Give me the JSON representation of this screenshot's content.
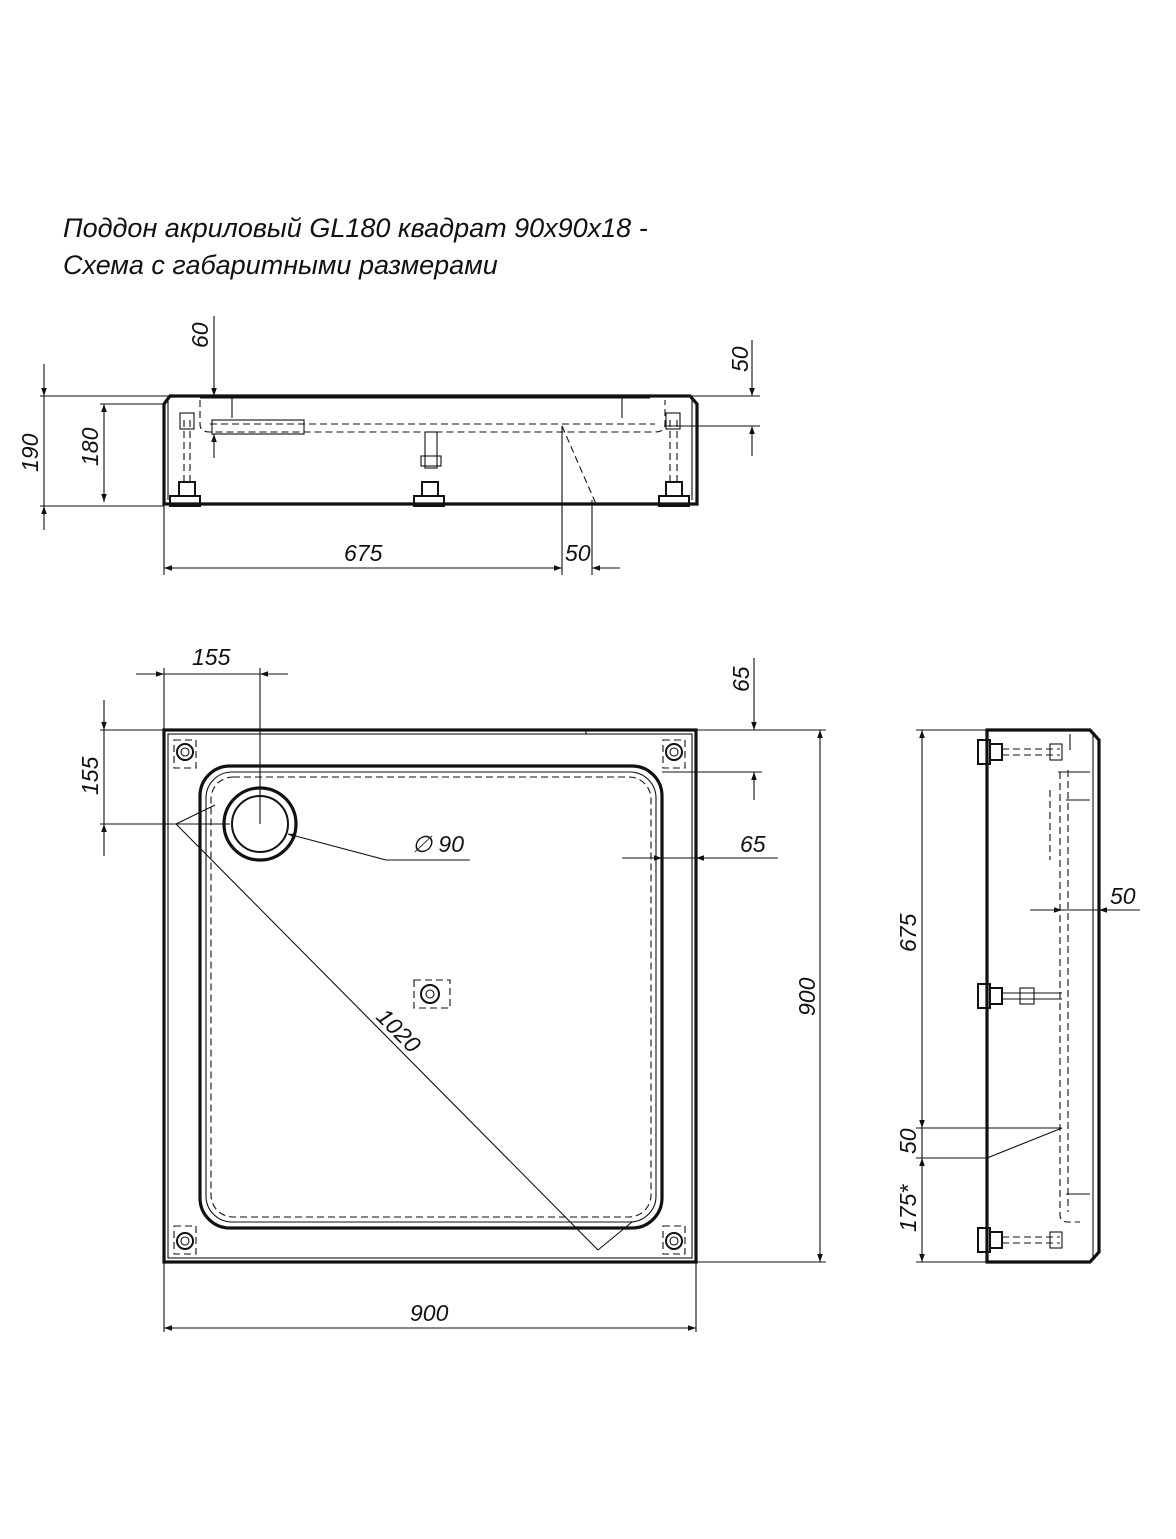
{
  "title": {
    "line1": "Поддон акриловый  GL180 квадрат 90x90x18 -",
    "line2": "Схема с габаритными размерами"
  },
  "front_view": {
    "dim_60": "60",
    "dim_50_top": "50",
    "dim_190": "190",
    "dim_180": "180",
    "dim_675": "675",
    "dim_50_bottom": "50"
  },
  "top_view": {
    "dim_155_top": "155",
    "dim_155_left": "155",
    "dim_65_top": "65",
    "dim_65_side": "65",
    "dim_diameter": "∅ 90",
    "dim_diagonal": "1020",
    "dim_width": "900",
    "dim_height": "900"
  },
  "side_view": {
    "dim_675": "675",
    "dim_50_right": "50",
    "dim_50_left": "50",
    "dim_175": "175*"
  }
}
